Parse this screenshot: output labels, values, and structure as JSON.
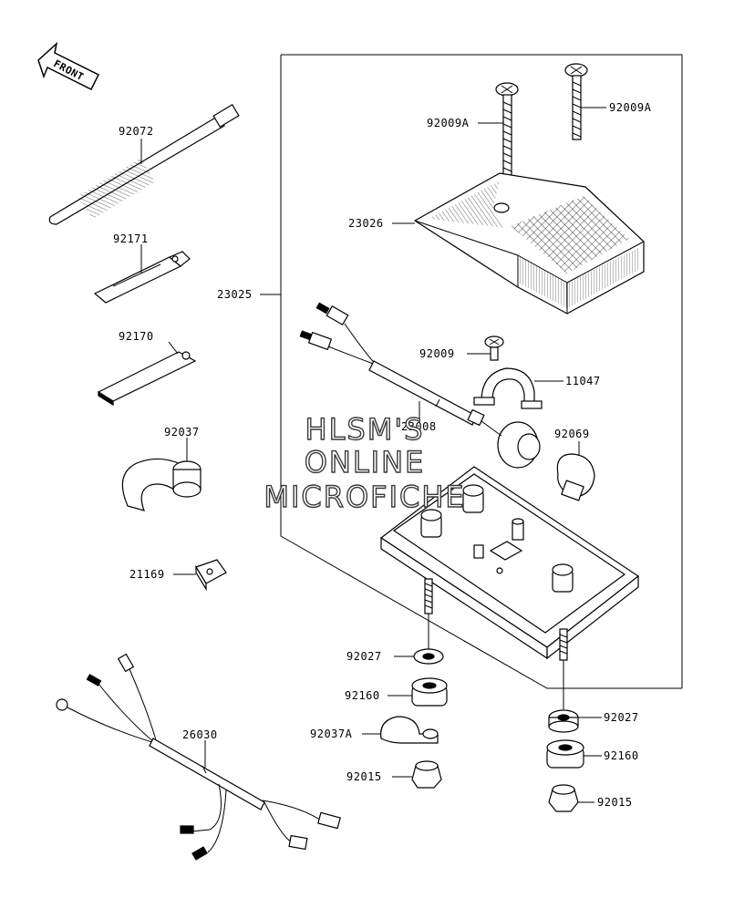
{
  "front_arrow": {
    "label": "FRONT"
  },
  "parts": {
    "p92072": "92072",
    "p92171": "92171",
    "p92170": "92170",
    "p92037": "92037",
    "p21169": "21169",
    "p26030": "26030",
    "p23025": "23025",
    "p92009A_1": "92009A",
    "p92009A_2": "92009A",
    "p23026": "23026",
    "p92009": "92009",
    "p11047": "11047",
    "p23008": "23008",
    "p92069": "92069",
    "p92027_1": "92027",
    "p92160_1": "92160",
    "p92037A": "92037A",
    "p92015_1": "92015",
    "p92027_2": "92027",
    "p92160_2": "92160",
    "p92015_2": "92015"
  },
  "watermark": {
    "line1": "HLSM'S",
    "line2": "ONLINE",
    "line3": "MICROFICHE"
  }
}
